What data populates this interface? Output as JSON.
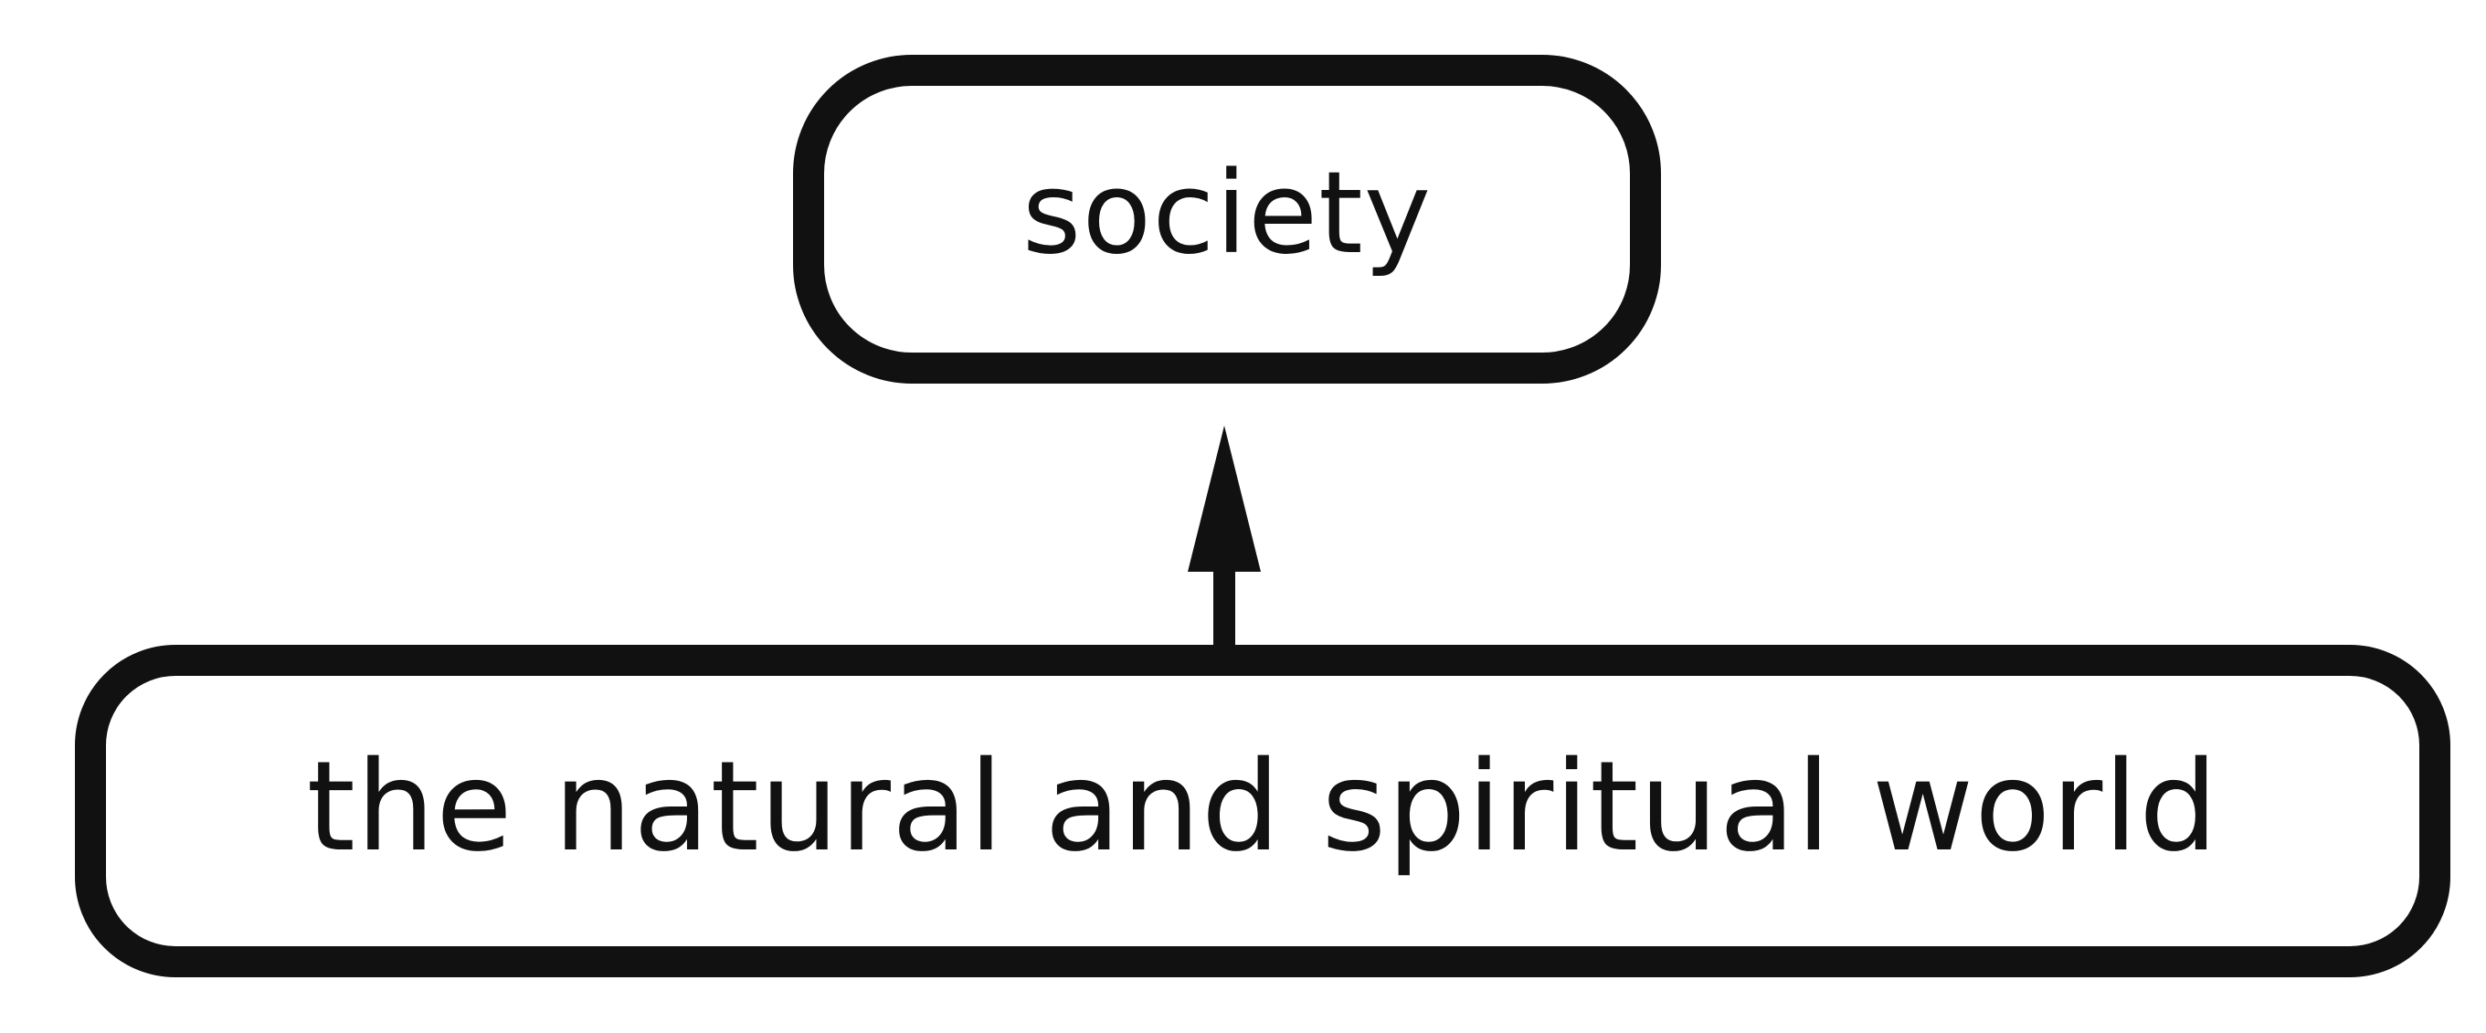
{
  "diagram": {
    "nodes": [
      {
        "id": "society",
        "label": "society"
      },
      {
        "id": "world",
        "label": "the natural and spiritual world"
      }
    ],
    "edges": [
      {
        "from": "world",
        "to": "society",
        "style": "arrow"
      }
    ],
    "colors": {
      "stroke": "#111111",
      "background": "#ffffff"
    }
  }
}
